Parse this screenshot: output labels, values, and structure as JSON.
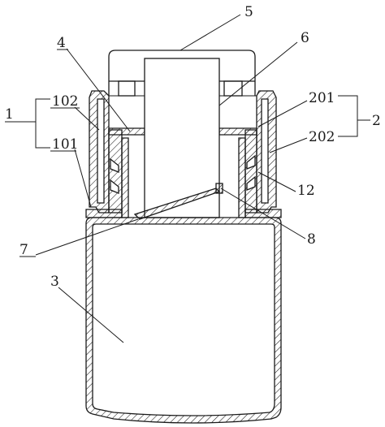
{
  "labels": {
    "l1": "1",
    "l2": "2",
    "l3": "3",
    "l4": "4",
    "l5": "5",
    "l6": "6",
    "l7": "7",
    "l8": "8",
    "l12": "12",
    "l101": "101",
    "l102": "102",
    "l201": "201",
    "l202": "202"
  }
}
